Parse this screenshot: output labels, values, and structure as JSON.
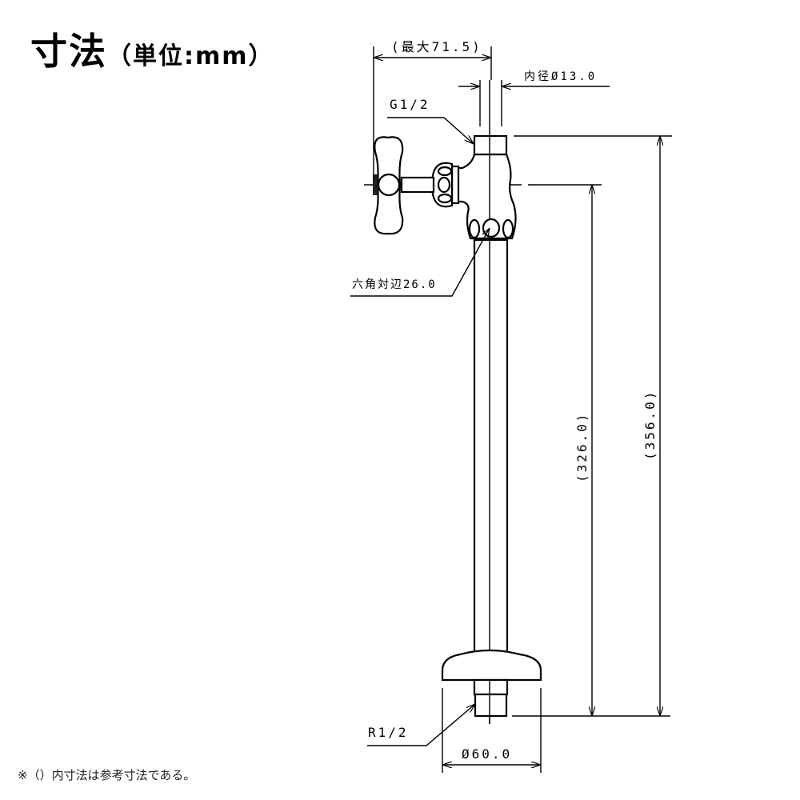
{
  "title": {
    "main": "寸法",
    "unit": "（単位:mm）"
  },
  "drawing": {
    "max_width": "(最大71.5)",
    "inner_diameter": "内径Ø13.0",
    "top_thread": "G1/2",
    "hex_across_flats": "六角対辺26.0",
    "height_to_handle": "(326.0)",
    "total_height": "(356.0)",
    "bottom_thread": "R1/2",
    "flange_diameter": "Ø60.0"
  },
  "note": "※（）内寸法は参考寸法である。"
}
